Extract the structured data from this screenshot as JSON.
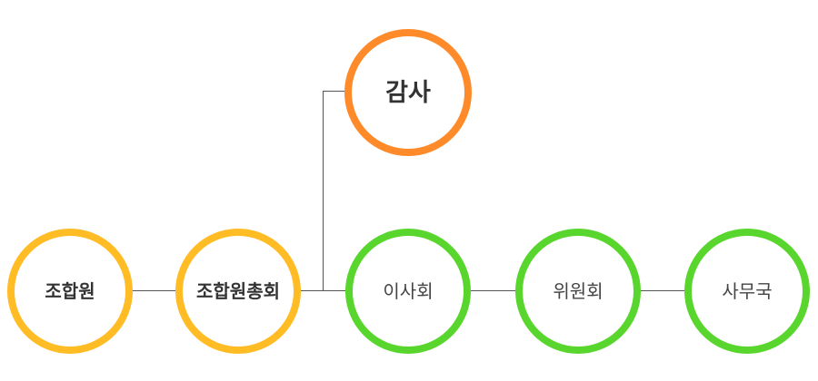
{
  "diagram": {
    "nodes": {
      "audit": {
        "label": "감사",
        "color": "#ff8a2a"
      },
      "members": {
        "label": "조합원",
        "color": "#ffbc24"
      },
      "general_assembly": {
        "label": "조합원총회",
        "color": "#ffbc24"
      },
      "board": {
        "label": "이사회",
        "color": "#59d62d"
      },
      "committee": {
        "label": "위원회",
        "color": "#59d62d"
      },
      "secretariat": {
        "label": "사무국",
        "color": "#59d62d"
      }
    },
    "connector_color": "#555555"
  }
}
